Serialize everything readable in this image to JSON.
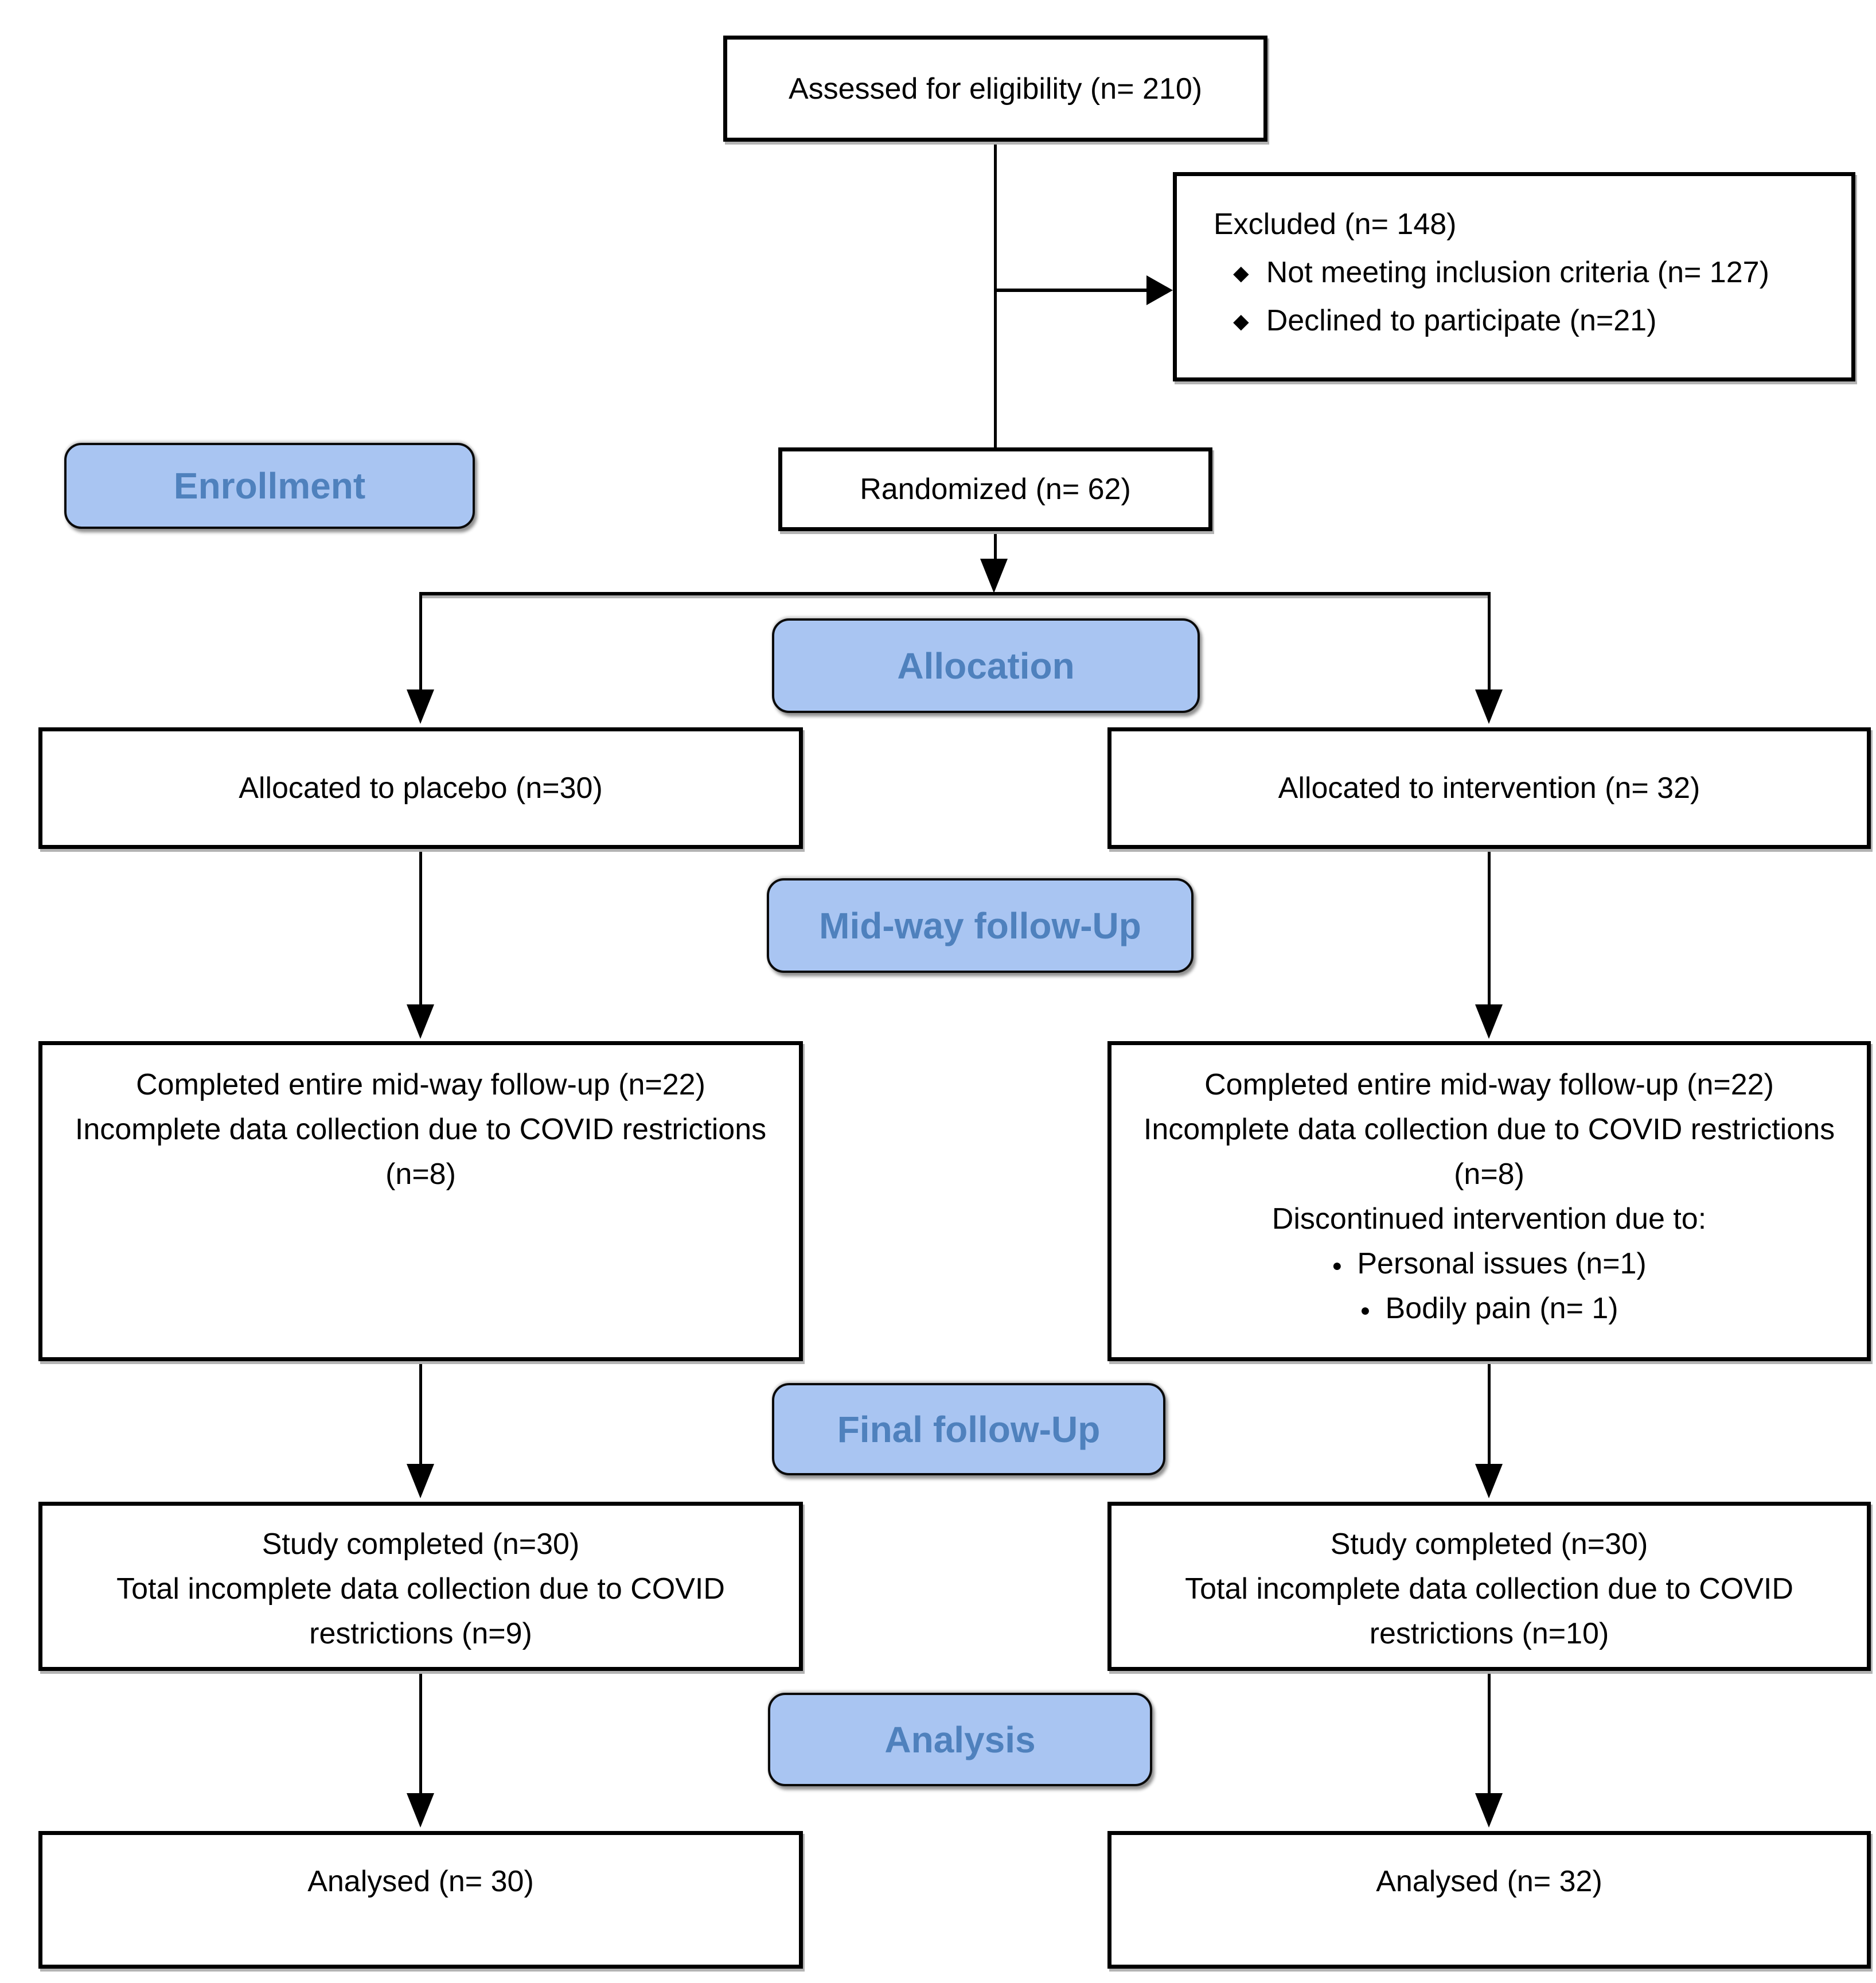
{
  "colors": {
    "stage_fill": "#a9c5f2",
    "stage_text": "#4f81bd",
    "box_border": "#000000",
    "connector": "#000000"
  },
  "assessed": {
    "label": "Assessed for eligibility (n= 210)"
  },
  "excluded": {
    "title": "Excluded (n= 148)",
    "bullet_icon": "diamond",
    "bullets": [
      "Not meeting inclusion criteria (n= 127)",
      "Declined to participate (n=21)"
    ]
  },
  "randomized": {
    "label": "Randomized (n= 62)"
  },
  "stages": {
    "enrollment": "Enrollment",
    "allocation": "Allocation",
    "midway": "Mid-way follow-Up",
    "final": "Final follow-Up",
    "analysis": "Analysis"
  },
  "placebo": {
    "allocated": "Allocated to placebo (n=30)",
    "midway_lines": [
      "Completed entire mid-way follow-up (n=22)",
      "Incomplete data collection due to COVID restrictions",
      "(n=8)"
    ],
    "study_lines": [
      "Study completed (n=30)",
      "Total incomplete data collection due to COVID",
      "restrictions (n=9)"
    ],
    "analysed": "Analysed (n= 30)"
  },
  "intervention": {
    "allocated": "Allocated to intervention (n= 32)",
    "midway_lines": [
      "Completed entire mid-way follow-up (n=22)",
      "Incomplete data collection due to COVID restrictions",
      "(n=8)",
      "Discontinued intervention due to:"
    ],
    "midway_bullet_icon": "dot",
    "midway_bullets": [
      "Personal issues (n=1)",
      "Bodily pain (n= 1)"
    ],
    "study_lines": [
      "Study completed (n=30)",
      "Total incomplete data collection due to COVID",
      "restrictions (n=10)"
    ],
    "analysed": "Analysed (n= 32)"
  }
}
